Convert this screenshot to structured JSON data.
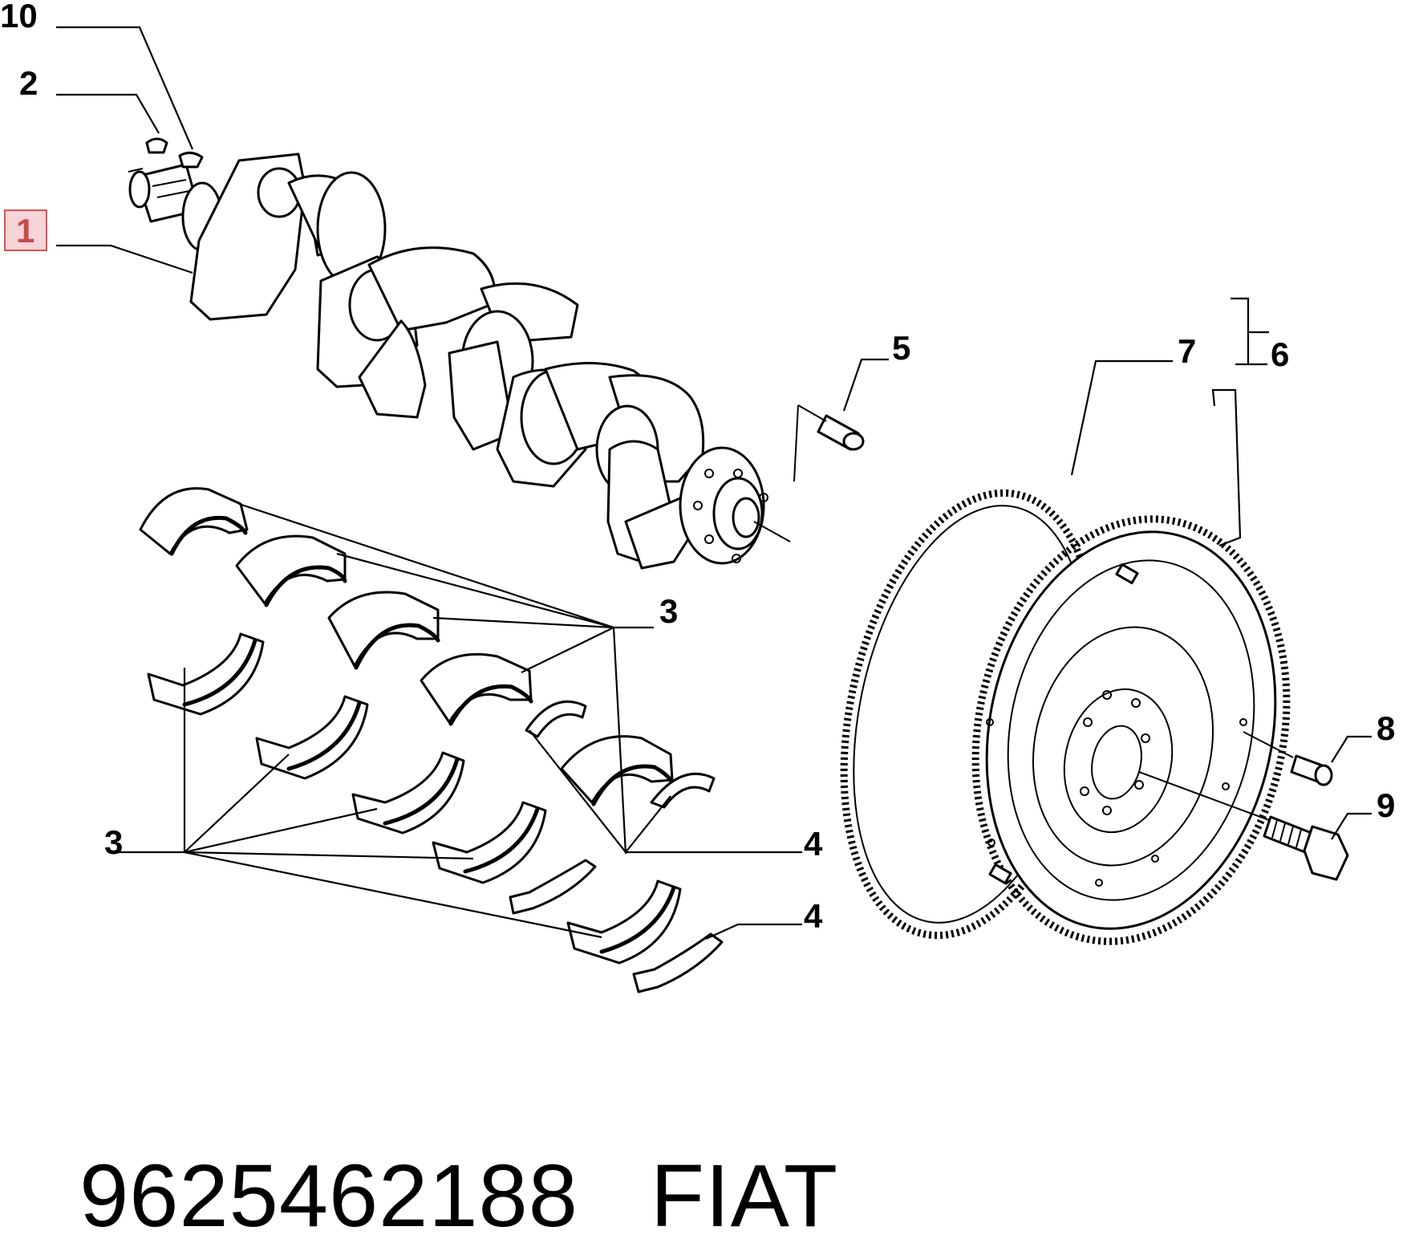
{
  "callouts": {
    "c10": "10",
    "c2": "2",
    "c1": "1",
    "c5": "5",
    "c7": "7",
    "c6": "6",
    "c3a": "3",
    "c3b": "3",
    "c4a": "4",
    "c4b": "4",
    "c8": "8",
    "c9": "9"
  },
  "highlighted_callout": "1",
  "part_number": "9625462188",
  "brand": "FIAT",
  "colors": {
    "highlight_fill": "#f6d4d8",
    "highlight_stroke": "#d9534f",
    "highlight_text": "#c94a4a",
    "line": "#000000"
  }
}
